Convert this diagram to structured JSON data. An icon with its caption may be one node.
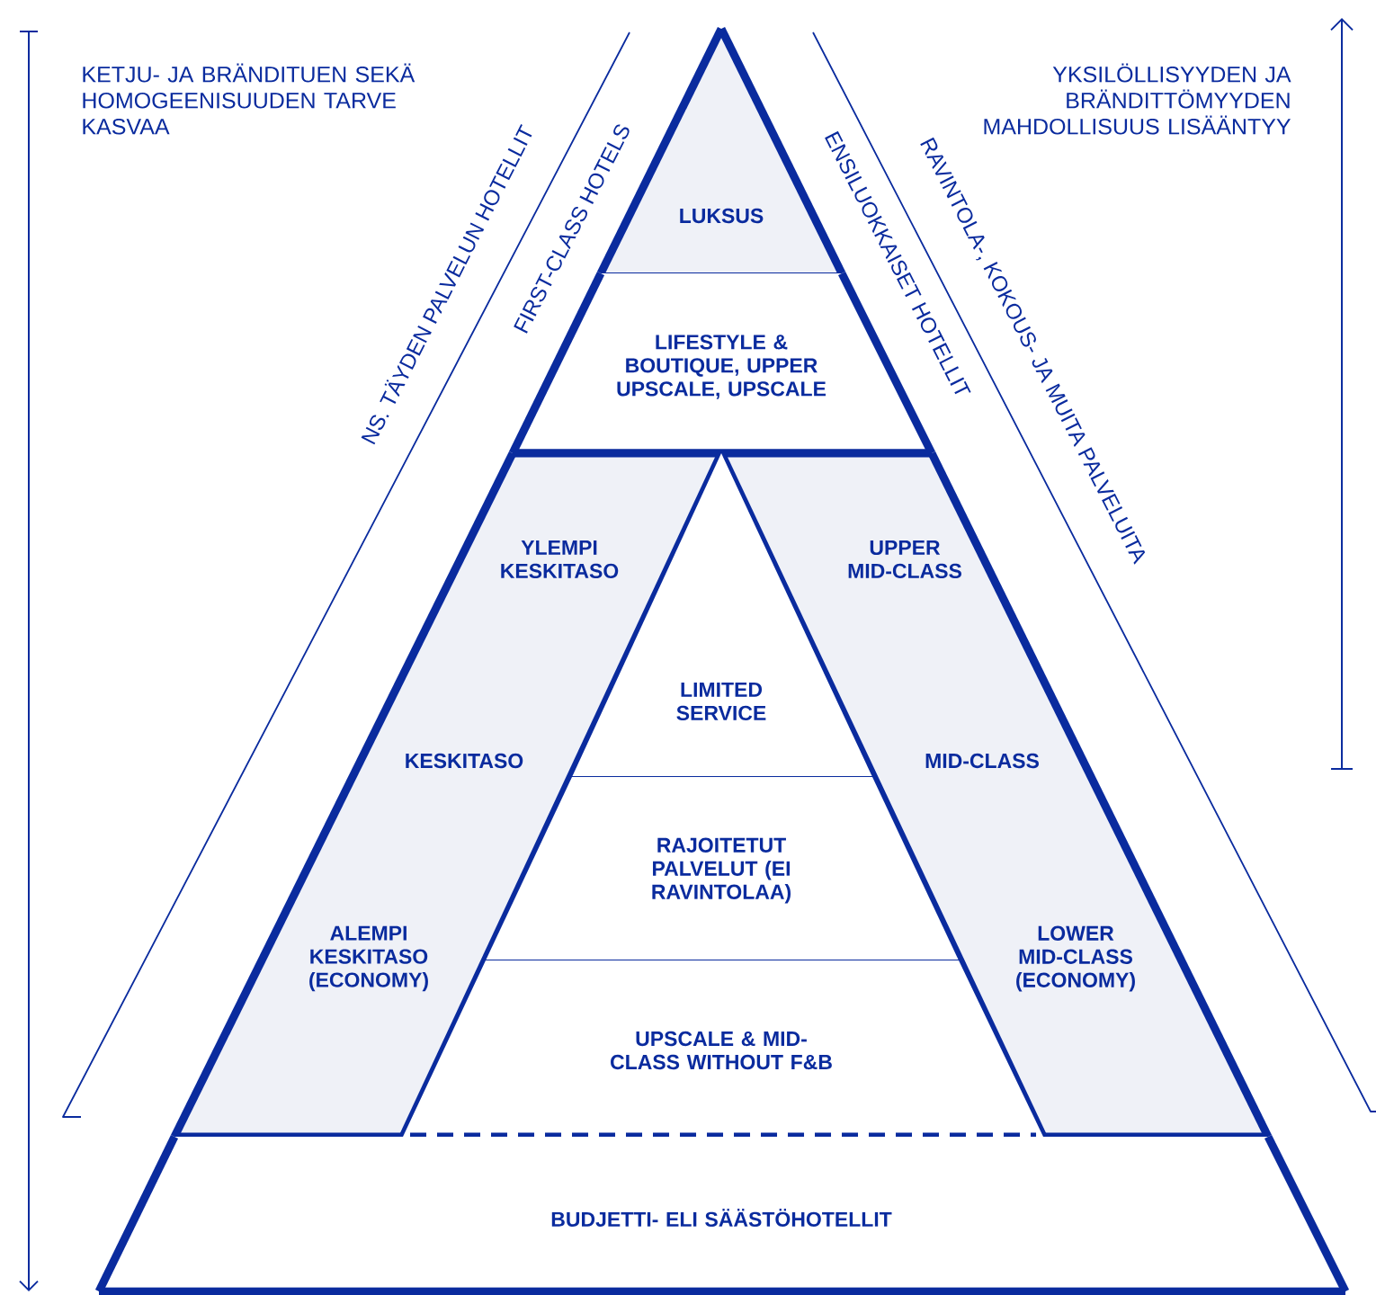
{
  "diagram": {
    "nodes": [
      {
        "text": [
          "LUKSUS"
        ]
      },
      {
        "text": [
          "LIFESTYLE & BOUTIQUE, UPPER UPSCALE, UPSCALE"
        ]
      },
      {
        "text": [
          "YLEMPI KESKITASO",
          "KESKITASO",
          "ALEMPI KESKITASO (ECONOMY)"
        ]
      },
      {
        "text": [
          "UPPER MID-CLASS",
          "MID-CLASS",
          "LOWER MID-CLASS (ECONOMY)"
        ]
      },
      {
        "text": [
          "LIMITED SERVICE"
        ]
      },
      {
        "text": [
          "RAJOITETUT PALVELUT (EI RAVINTOLAA)"
        ]
      },
      {
        "text": [
          "UPSCALE & MID-CLASS WITHOUT F&B"
        ]
      },
      {
        "text": [
          "BUDJETTI- ELI SÄÄSTÖHOTELLIT"
        ]
      }
    ],
    "labels": [
      "KETJU- JA BRÄNDITUEN SEKÄ HOMOGEENISUUDEN TARVE KASVAA",
      "YKSILÖLLISYYDEN JA BRÄNDITTÖMYYDEN MAHDOLLISUUS LISÄÄNTYY",
      "NS. TÄYDEN PALVELUN HOTELLIT",
      "FIRST-CLASS HOTELS",
      "ENSILUOKKAISET HOTELLIT",
      "RAVINTOLA-, KOKOUS- JA MUITA PALVELUITA"
    ]
  }
}
